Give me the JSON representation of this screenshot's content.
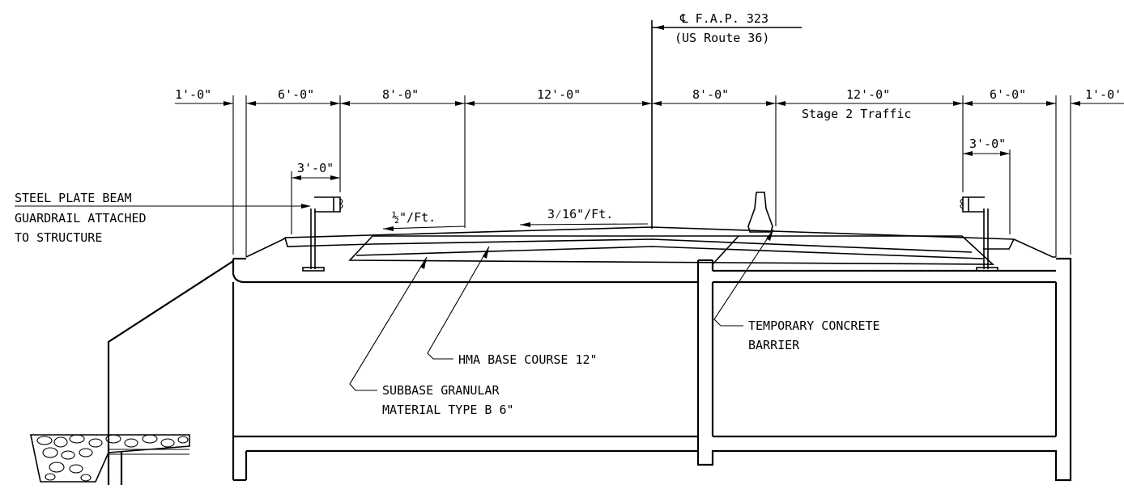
{
  "centerline": {
    "label": "℄ F.A.P. 323",
    "route": "(US Route 36)"
  },
  "dimensions": {
    "top": [
      "1'-0\"",
      "6'-0\"",
      "8'-0\"",
      "12'-0\"",
      "8'-0\"",
      "12'-0\"",
      "6'-0\"",
      "1'-0'"
    ],
    "left_post": "3'-0\"",
    "right_post": "3'-0\"",
    "stage_traffic": "Stage 2 Traffic"
  },
  "slopes": {
    "left": "½\"/Ft.",
    "center": "3⁄16\"/Ft."
  },
  "callouts": {
    "guardrail": [
      "STEEL PLATE BEAM",
      "GUARDRAIL ATTACHED",
      "TO STRUCTURE"
    ],
    "barrier": [
      "TEMPORARY CONCRETE",
      "BARRIER"
    ],
    "hma": "HMA BASE COURSE 12\"",
    "subbase": [
      "SUBBASE GRANULAR",
      "MATERIAL TYPE B 6\""
    ]
  }
}
